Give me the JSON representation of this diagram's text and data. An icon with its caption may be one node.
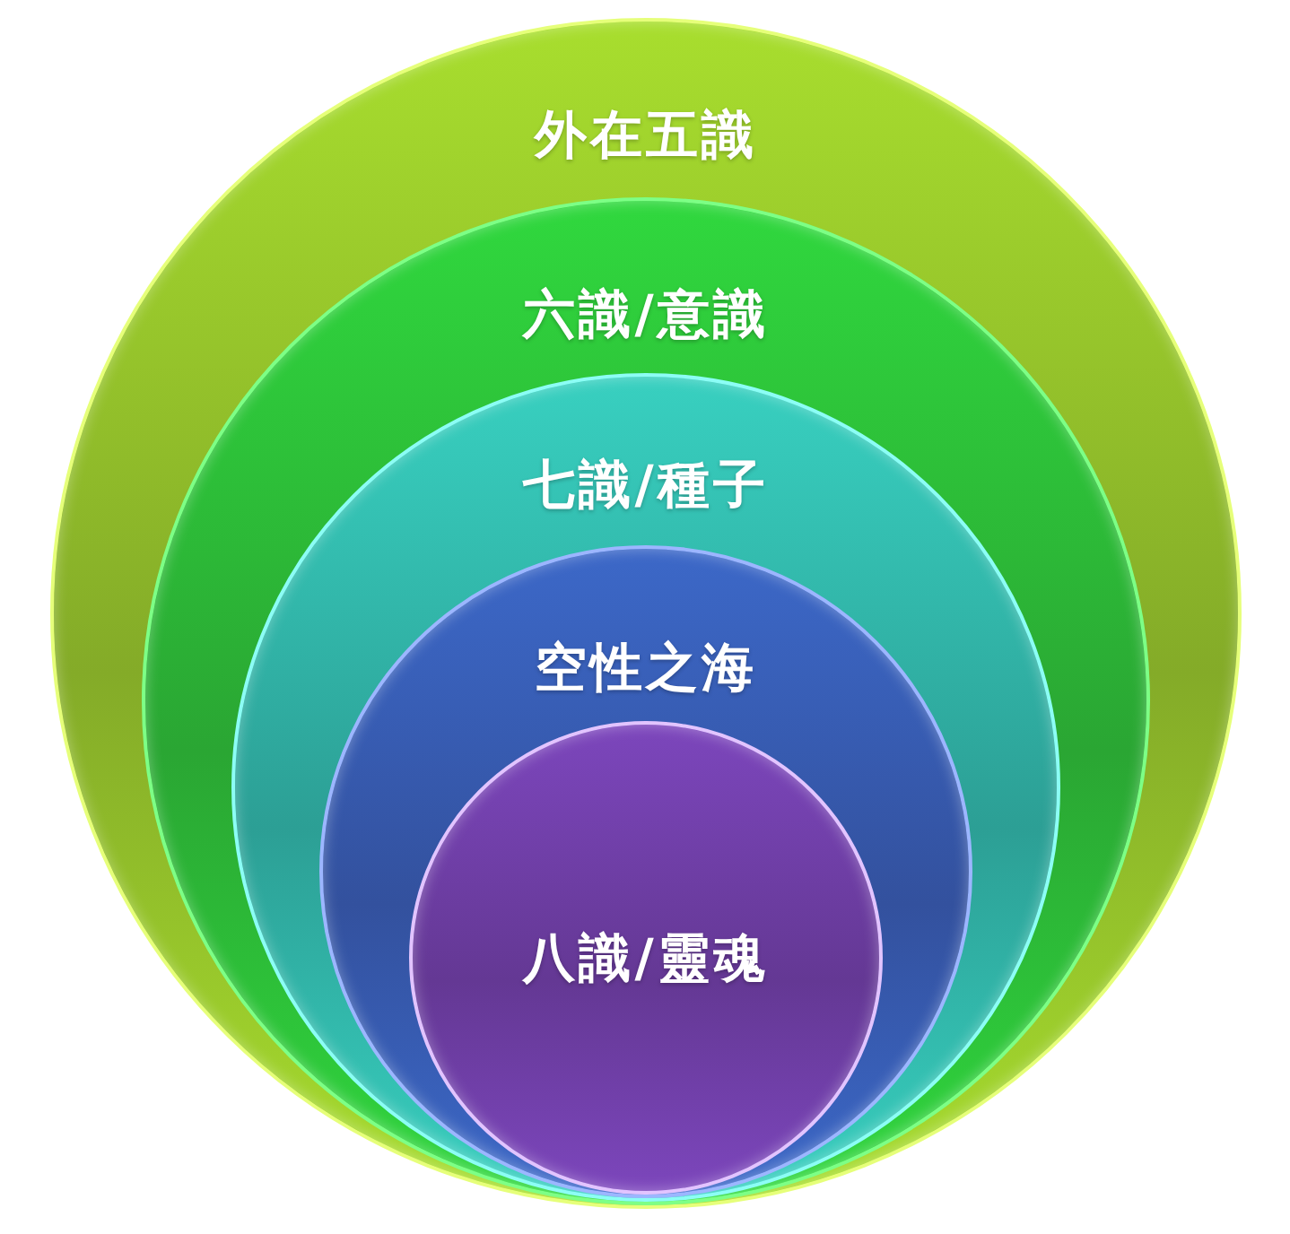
{
  "diagram": {
    "nodes": [
      {
        "text": [
          "外在五識"
        ]
      },
      {
        "text": [
          "六識/意識"
        ],
        "in": 0
      },
      {
        "text": [
          "七識/種子"
        ],
        "in": 1
      },
      {
        "text": [
          "空性之海"
        ],
        "in": 2
      },
      {
        "text": [
          "八識/靈魂"
        ],
        "in": 3
      }
    ]
  }
}
